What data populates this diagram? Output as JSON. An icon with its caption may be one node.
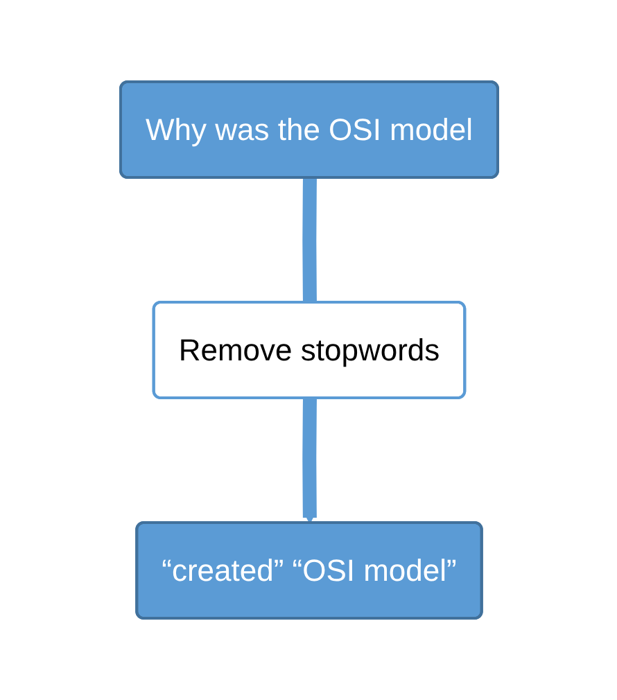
{
  "diagram": {
    "nodes": [
      {
        "text": [
          "Why was the OSI model"
        ]
      },
      {
        "text": [
          "Remove stopwords"
        ]
      },
      {
        "text": [
          "“created” “OSI model”"
        ]
      }
    ],
    "edges": [
      {
        "from": 0,
        "to": 1,
        "arrow": "none"
      },
      {
        "from": 1,
        "to": 2,
        "arrow": "to"
      }
    ]
  }
}
